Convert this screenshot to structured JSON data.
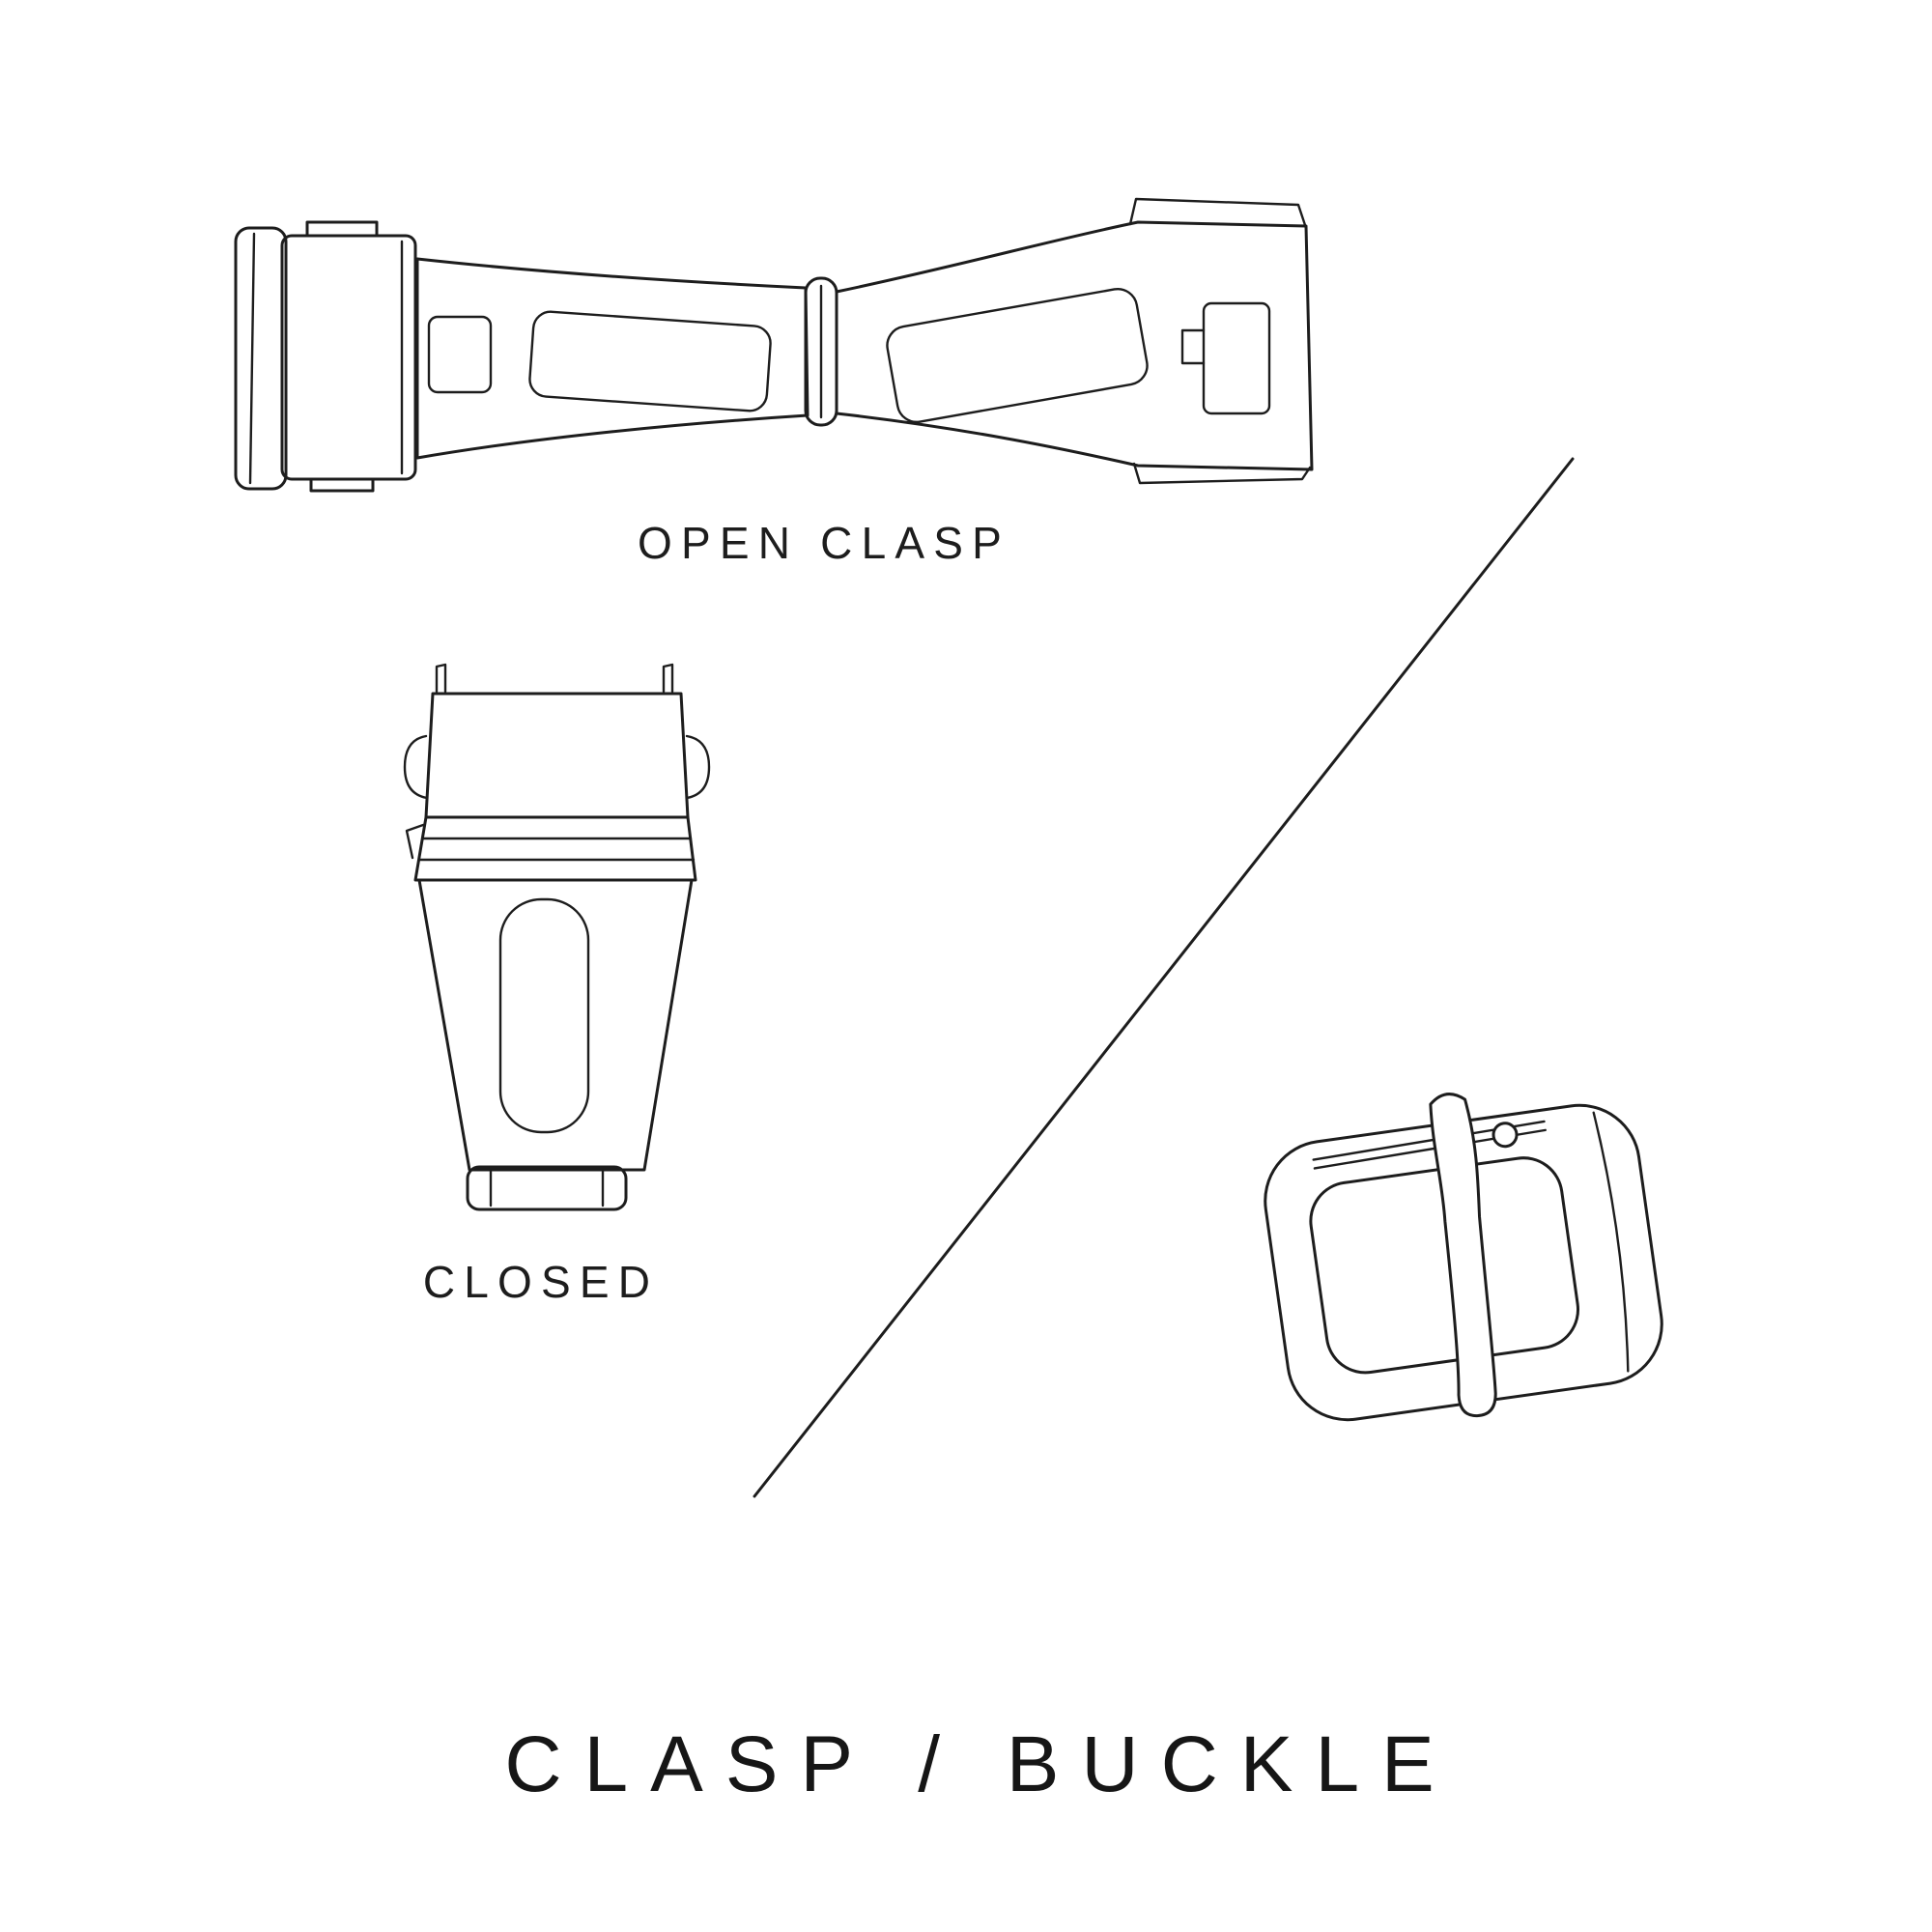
{
  "canvas": {
    "background_color": "#ffffff",
    "line_color": "#1d1d1d",
    "text_color": "#1d1d1d"
  },
  "figures": {
    "open_clasp": {
      "icon": "open-clasp-illustration",
      "caption": "OPEN CLASP"
    },
    "closed_clasp": {
      "icon": "closed-clasp-illustration",
      "caption": "CLOSED"
    },
    "buckle": {
      "icon": "pin-buckle-illustration"
    },
    "divider": {
      "icon": "diagonal-divider-line"
    }
  },
  "title": "CLASP / BUCKLE"
}
